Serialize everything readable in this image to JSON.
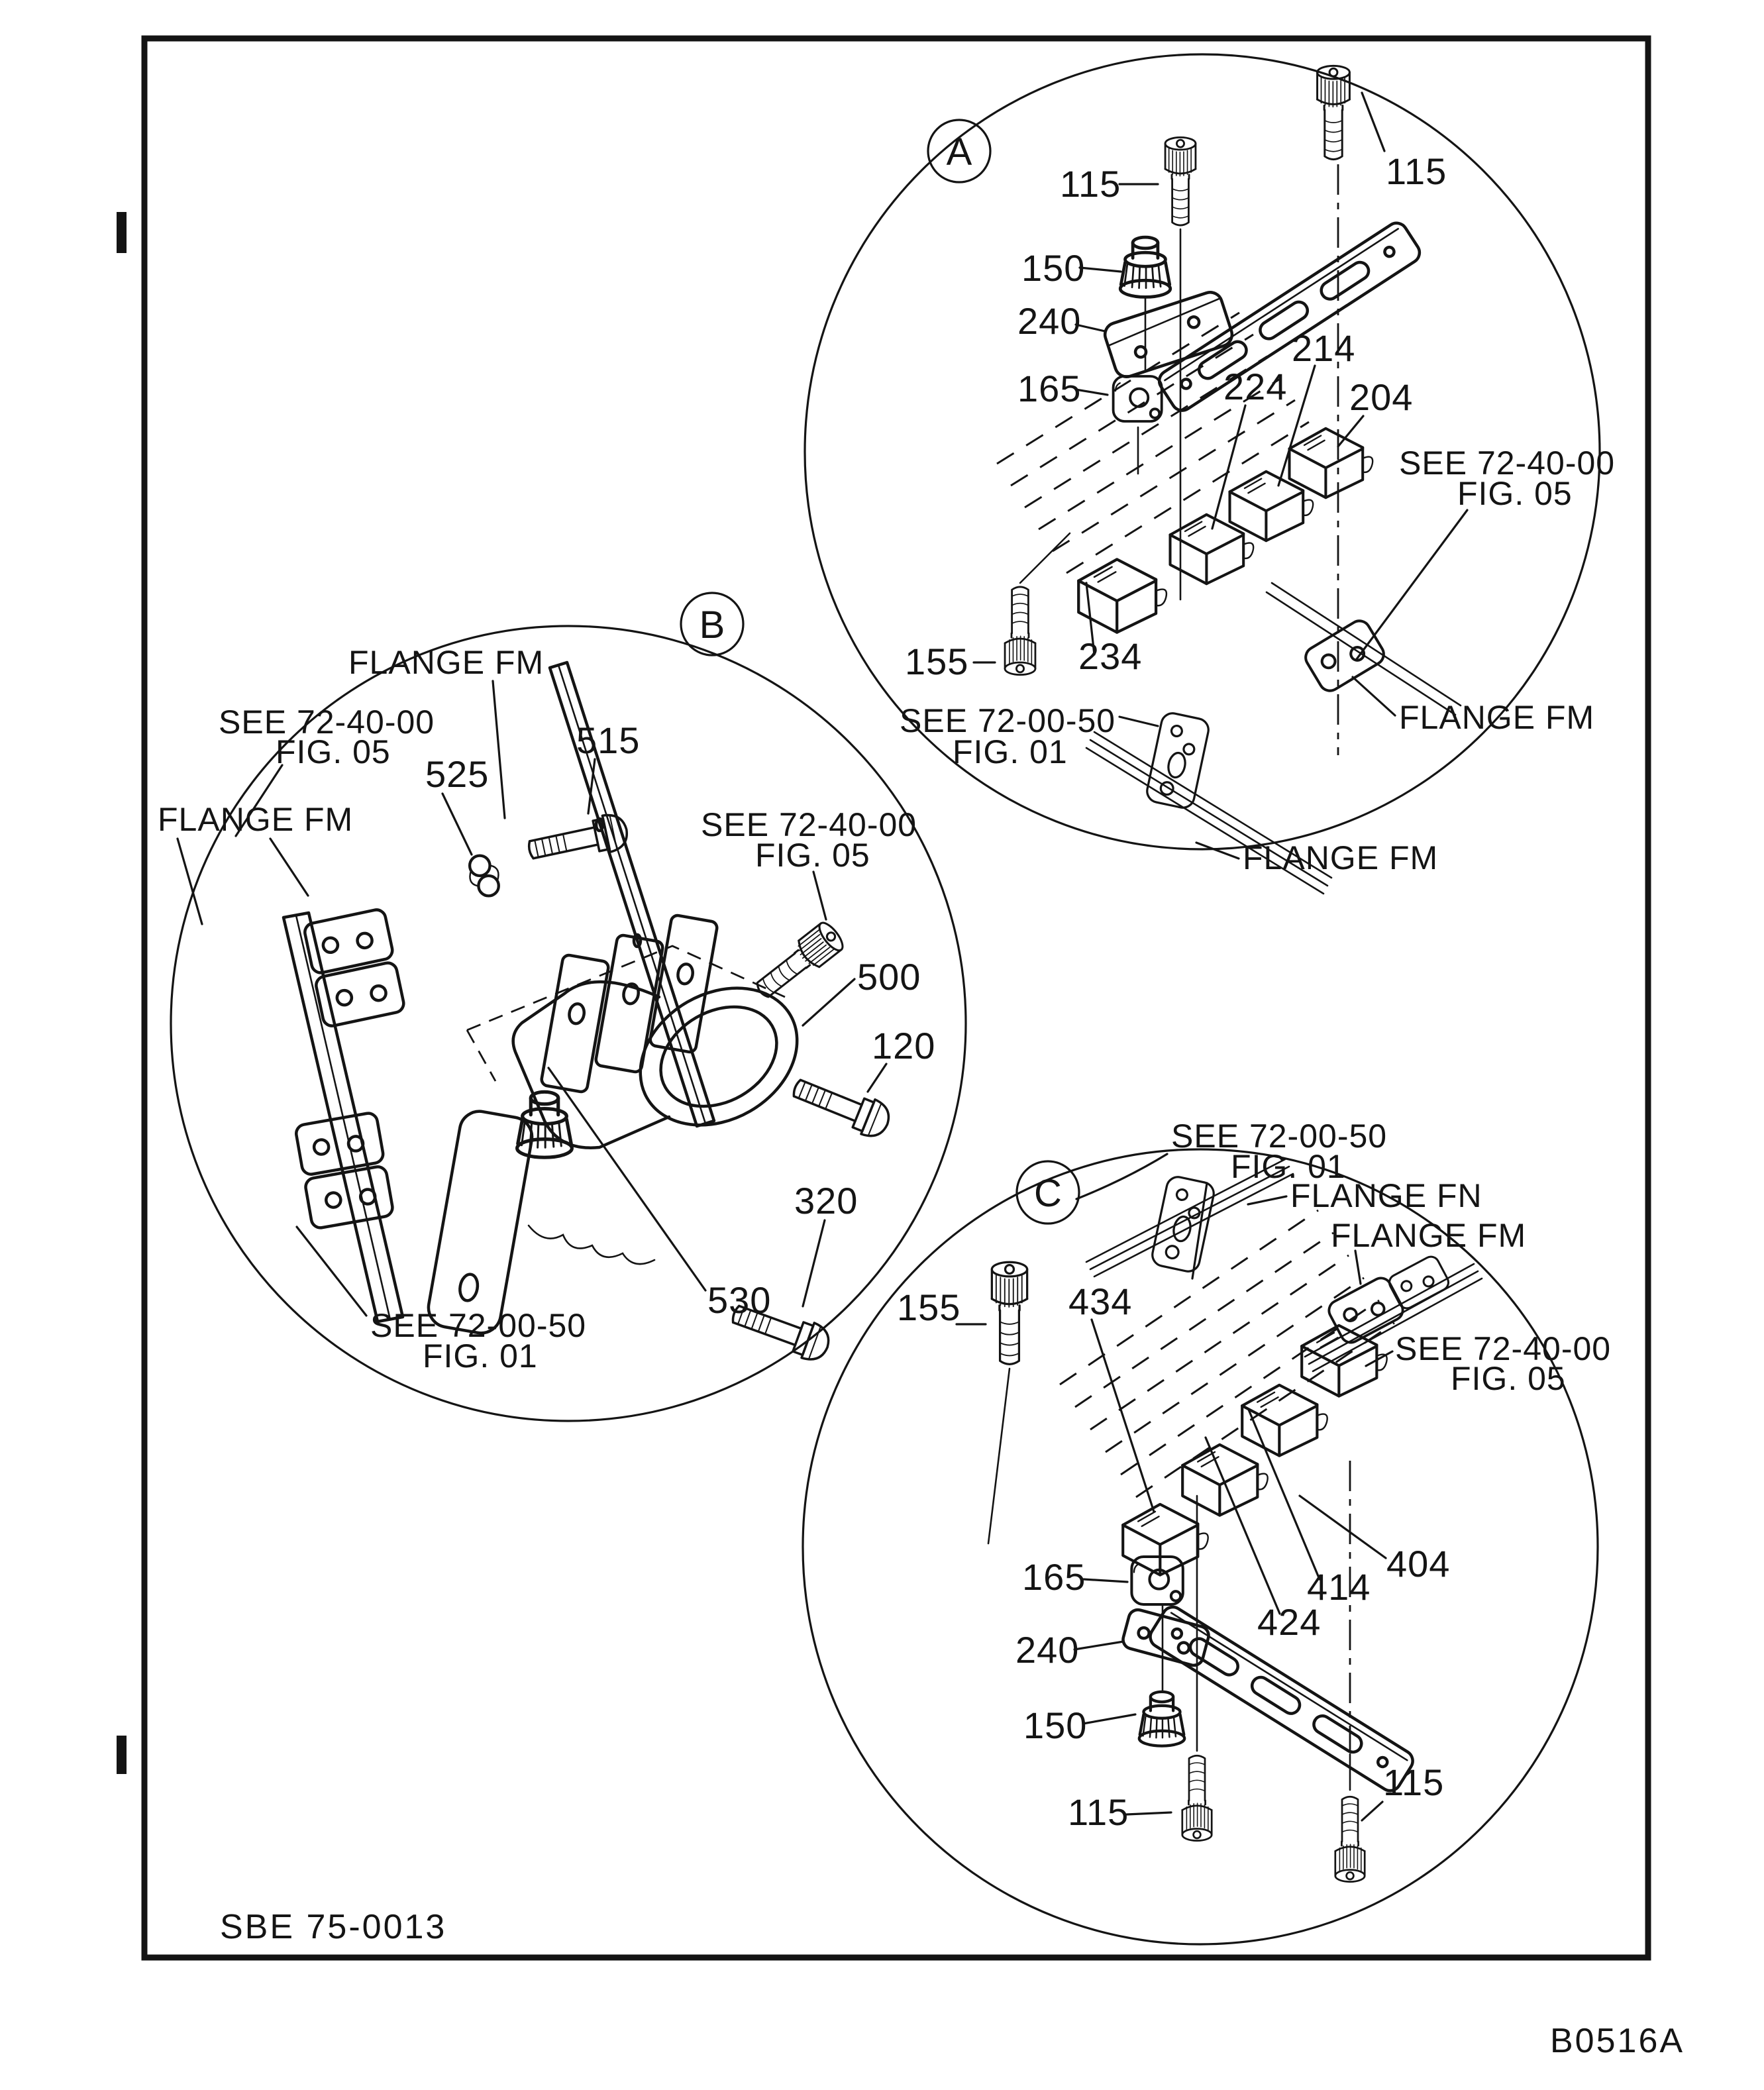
{
  "page": {
    "sheet_code": "SBE 75-0013",
    "figure_code": "B0516A"
  },
  "view_a": {
    "badge": "A",
    "labels": {
      "bolt_115_left": "115",
      "bolt_115_right": "115",
      "nut_150": "150",
      "bracket_240": "240",
      "clamp_165": "165",
      "clip_224": "224",
      "clip_214": "214",
      "clip_204": "204",
      "bolt_155": "155",
      "clip_234": "234"
    },
    "refs": {
      "see_72_40": "SEE 72-40-00",
      "fig_05": "FIG. 05",
      "see_72_00": "SEE 72-00-50",
      "fig_01": "FIG. 01",
      "flange_fm_right": "FLANGE FM",
      "flange_fm_bottom": "FLANGE FM"
    }
  },
  "view_b": {
    "badge": "B",
    "labels": {
      "clip_525": "525",
      "bolt_515": "515",
      "pipe_500": "500",
      "bolt_120": "120",
      "clamp_530": "530",
      "bolt_320": "320"
    },
    "refs": {
      "flange_fm_top": "FLANGE FM",
      "see_72_40_left": "SEE 72-40-00",
      "fig_05_left": "FIG. 05",
      "flange_fm_left": "FLANGE FM",
      "see_72_40_right": "SEE 72-40-00",
      "fig_05_right": "FIG. 05",
      "see_72_00": "SEE 72-00-50",
      "fig_01": "FIG. 01"
    }
  },
  "view_c": {
    "badge": "C",
    "labels": {
      "bolt_155": "155",
      "clip_434": "434",
      "clip_404": "404",
      "clip_414": "414",
      "clip_424": "424",
      "clamp_165": "165",
      "bracket_240": "240",
      "nut_150": "150",
      "bolt_115_left": "115",
      "bolt_115_right": "115"
    },
    "refs": {
      "see_72_00": "SEE 72-00-50",
      "fig_01": "FIG. 01",
      "flange_fn": "FLANGE FN",
      "flange_fm": "FLANGE FM",
      "see_72_40": "SEE 72-40-00",
      "fig_05": "FIG. 05"
    }
  }
}
